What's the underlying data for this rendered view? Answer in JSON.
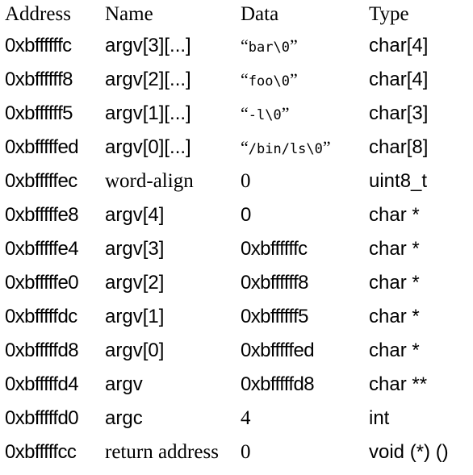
{
  "headers": {
    "address": "Address",
    "name": "Name",
    "data": "Data",
    "type": "Type"
  },
  "rows": [
    {
      "address": "0xbffffffc",
      "name": "argv[3][...]",
      "data_open": "“",
      "data_mono": "bar\\0",
      "data_close": "”",
      "type": "char[4]"
    },
    {
      "address": "0xbffffff8",
      "name": "argv[2][...]",
      "data_open": "“",
      "data_mono": "foo\\0",
      "data_close": "”",
      "type": "char[4]"
    },
    {
      "address": "0xbffffff5",
      "name": "argv[1][...]",
      "data_open": "“",
      "data_mono": "-l\\0",
      "data_close": "”",
      "type": "char[3]"
    },
    {
      "address": "0xbfffffed",
      "name": "argv[0][...]",
      "data_open": "“",
      "data_mono": "/bin/ls\\0",
      "data_close": "”",
      "type": "char[8]"
    },
    {
      "address": "0xbfffffec",
      "name": "word-align",
      "data": "0",
      "type": "uint8_t"
    },
    {
      "address": "0xbfffffe8",
      "name": "argv[4]",
      "data": "0",
      "type": "char *"
    },
    {
      "address": "0xbfffffe4",
      "name": "argv[3]",
      "data": "0xbffffffc",
      "type": "char *"
    },
    {
      "address": "0xbfffffe0",
      "name": "argv[2]",
      "data": "0xbffffff8",
      "type": "char *"
    },
    {
      "address": "0xbfffffdc",
      "name": "argv[1]",
      "data": "0xbffffff5",
      "type": "char *"
    },
    {
      "address": "0xbfffffd8",
      "name": "argv[0]",
      "data": "0xbfffffed",
      "type": "char *"
    },
    {
      "address": "0xbfffffd4",
      "name": "argv",
      "data": "0xbfffffd8",
      "type": "char **"
    },
    {
      "address": "0xbfffffd0",
      "name": "argc",
      "data": "4",
      "type": "int"
    },
    {
      "address": "0xbfffffcc",
      "name": "return address",
      "data": "0",
      "type": "void (*) ()"
    }
  ]
}
